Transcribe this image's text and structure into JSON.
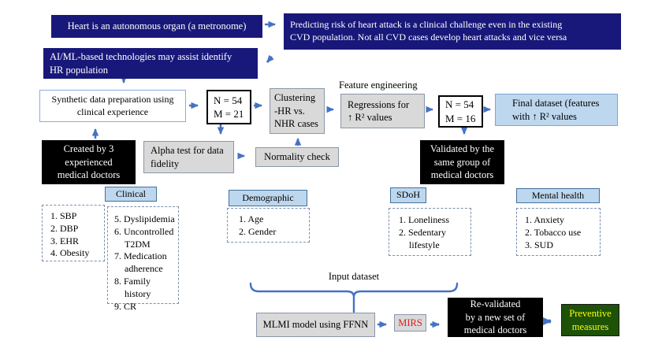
{
  "boxes": {
    "heart": "Heart is an autonomous organ (a metronome)",
    "predict": "Predicting risk of heart attack is a clinical challenge even in the existing\nCVD population. Not all CVD cases develop heart attacks and vice versa",
    "aiml": "AI/ML-based technologies may assist identify\nHR population",
    "synthetic": "Synthetic data preparation using\nclinical experience",
    "n54m21": "N = 54\nM = 21",
    "clustering": "Clustering\n-HR vs.\nNHR cases",
    "feature_engineering": "Feature engineering",
    "regressions": "Regressions for\n↑ R² values",
    "n54m16": "N = 54\nM = 16",
    "final_dataset": "Final dataset (features\nwith ↑ R² values",
    "created_by": "Created by 3\nexperienced\nmedical doctors",
    "alpha_test": "Alpha test for data\nfidelity",
    "normality": "Normality check",
    "validated": "Validated by the\nsame group of\nmedical doctors",
    "input_dataset": "Input dataset",
    "mlmi": "MLMI model using FFNN",
    "mirs": "MIRS",
    "revalidated": "Re-validated\nby a new set of\nmedical doctors",
    "preventive": "Preventive\nmeasures"
  },
  "feature_lists": {
    "vitals": {
      "items": [
        "1. SBP",
        "2. DBP",
        "3. EHR",
        "4. Obesity"
      ]
    },
    "clinical": {
      "label": "Clinical",
      "items": [
        "5. Dyslipidemia",
        "6. Uncontrolled T2DM",
        "7. Medication adherence",
        "8. Family history",
        "9. CR"
      ]
    },
    "demographic": {
      "label": "Demographic",
      "items": [
        "1. Age",
        "2. Gender"
      ]
    },
    "sdoh": {
      "label": "SDoH",
      "items": [
        "1. Loneliness",
        "2. Sedentary lifestyle"
      ]
    },
    "mental_health": {
      "label": "Mental health",
      "items": [
        "1. Anxiety",
        "2. Tobacco use",
        "3. SUD"
      ]
    }
  },
  "colors": {
    "navy_box": "#18187a",
    "black_box": "#000000",
    "gray_box": "#d9d9d9",
    "light_blue_box": "#bdd7ee",
    "header_border": "#41719c",
    "arrow_blue": "#4472c4",
    "mirs_text": "#e02020",
    "preventive_bg": "#1d5208",
    "preventive_text": "#ffff00"
  }
}
